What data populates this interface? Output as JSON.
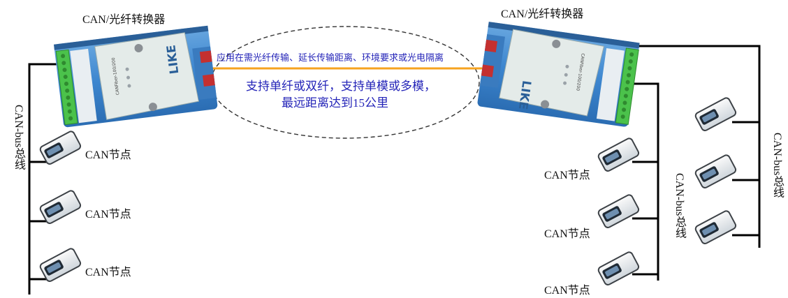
{
  "converters": {
    "left_title": "CAN/光纤转换器",
    "right_title": "CAN/光纤转换器",
    "device_model": "CANFiber-100/200",
    "device_brand": "LIKE",
    "body_color": "#4a8fd1",
    "panel_color": "#e4ebe9"
  },
  "fiber_link": {
    "top_text": "应用在需光纤传输、延长传输距离、环境要求或光电隔离",
    "line1": "支持单纤或双纤，支持单模或多模，",
    "line2": "最远距离达到15公里",
    "link_color": "#f6a31f"
  },
  "bus_label": "CAN-bus总线",
  "node_label": "CAN节点",
  "left_nodes": [
    "CAN节点",
    "CAN节点",
    "CAN节点"
  ],
  "right_nodes": [
    "CAN节点",
    "CAN节点",
    "CAN节点"
  ],
  "colors": {
    "text_blue": "#2424b8",
    "bus_line": "#000000"
  }
}
